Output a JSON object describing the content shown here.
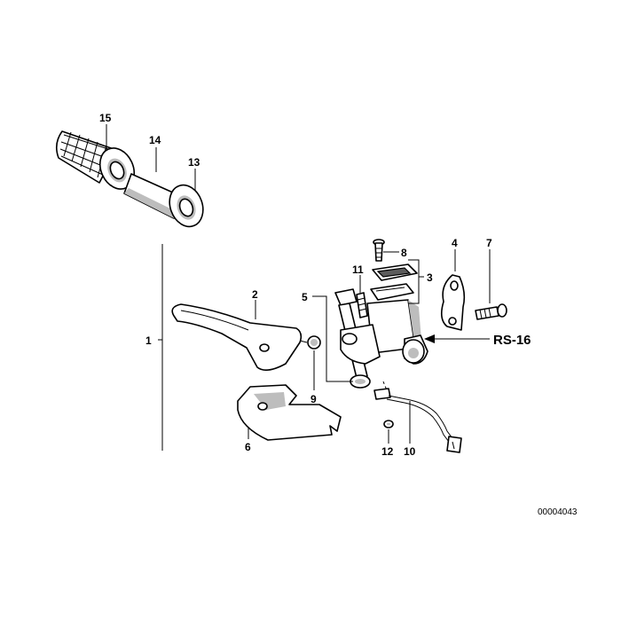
{
  "callouts": {
    "c1": "1",
    "c2": "2",
    "c3": "3",
    "c4": "4",
    "c5": "5",
    "c6": "6",
    "c7": "7",
    "c8": "8",
    "c9": "9",
    "c10": "10",
    "c11": "11",
    "c12": "12",
    "c13": "13",
    "c14": "14",
    "c15": "15"
  },
  "reference_code": "RS-16",
  "drawing_number": "00004043"
}
